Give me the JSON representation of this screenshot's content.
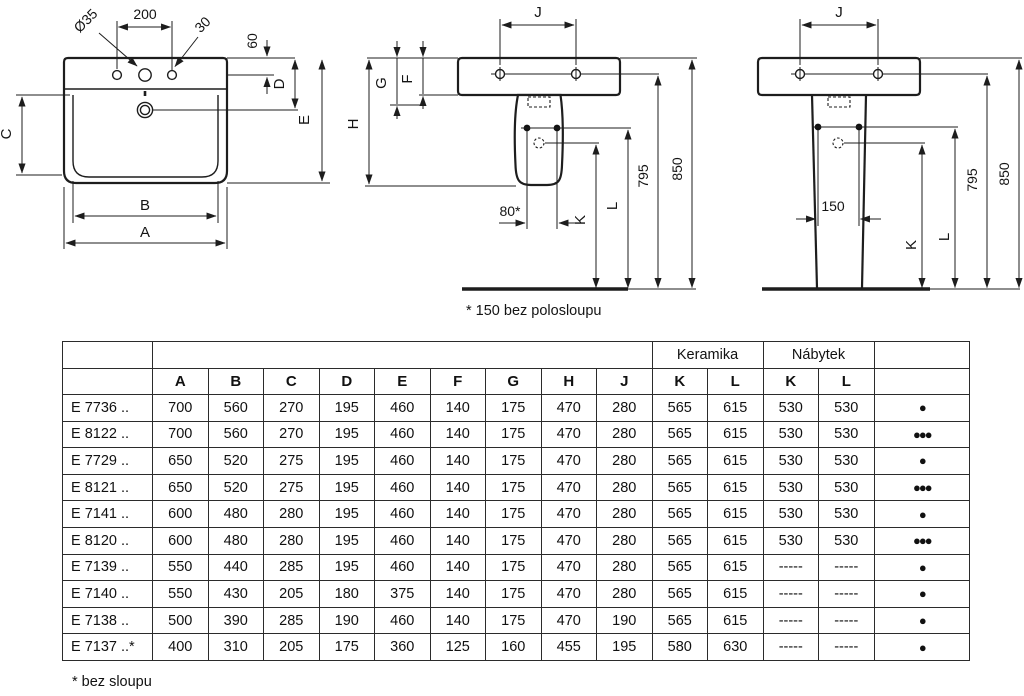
{
  "drawings": {
    "front_view": {
      "dim_hole_diameter": "Ø35",
      "dim_hole_spacing": "200",
      "dim_hole_offset": "30",
      "dim_top_to_holes": "60",
      "dim_C": "C",
      "dim_D": "D",
      "dim_E": "E",
      "dim_B": "B",
      "dim_A": "A"
    },
    "side_semi_pedestal": {
      "dim_J": "J",
      "dim_G": "G",
      "dim_F": "F",
      "dim_H": "H",
      "dim_bolt_spacing": "80*",
      "dim_K": "K",
      "dim_L": "L",
      "dim_height_holes": "795",
      "dim_height_top": "850",
      "note": "* 150 bez polosloupu"
    },
    "side_full_pedestal": {
      "dim_J": "J",
      "dim_pedestal_width": "150",
      "dim_K": "K",
      "dim_L": "L",
      "dim_height_holes": "795",
      "dim_height_top": "850"
    }
  },
  "table": {
    "group_headers": {
      "ceramic": "Keramika",
      "furniture": "Nábytek"
    },
    "column_letters": [
      "A",
      "B",
      "C",
      "D",
      "E",
      "F",
      "G",
      "H",
      "J",
      "K",
      "L",
      "K",
      "L"
    ],
    "rows": [
      {
        "model": "E 7736 ..",
        "values": [
          "700",
          "560",
          "270",
          "195",
          "460",
          "140",
          "175",
          "470",
          "280",
          "565",
          "615",
          "530",
          "530"
        ],
        "dots": "●"
      },
      {
        "model": "E 8122 ..",
        "values": [
          "700",
          "560",
          "270",
          "195",
          "460",
          "140",
          "175",
          "470",
          "280",
          "565",
          "615",
          "530",
          "530"
        ],
        "dots": "●●●"
      },
      {
        "model": "E 7729 ..",
        "values": [
          "650",
          "520",
          "275",
          "195",
          "460",
          "140",
          "175",
          "470",
          "280",
          "565",
          "615",
          "530",
          "530"
        ],
        "dots": "●"
      },
      {
        "model": "E 8121 ..",
        "values": [
          "650",
          "520",
          "275",
          "195",
          "460",
          "140",
          "175",
          "470",
          "280",
          "565",
          "615",
          "530",
          "530"
        ],
        "dots": "●●●"
      },
      {
        "model": "E 7141 ..",
        "values": [
          "600",
          "480",
          "280",
          "195",
          "460",
          "140",
          "175",
          "470",
          "280",
          "565",
          "615",
          "530",
          "530"
        ],
        "dots": "●"
      },
      {
        "model": "E 8120 ..",
        "values": [
          "600",
          "480",
          "280",
          "195",
          "460",
          "140",
          "175",
          "470",
          "280",
          "565",
          "615",
          "530",
          "530"
        ],
        "dots": "●●●"
      },
      {
        "model": "E 7139 ..",
        "values": [
          "550",
          "440",
          "285",
          "195",
          "460",
          "140",
          "175",
          "470",
          "280",
          "565",
          "615",
          "-----",
          "-----"
        ],
        "dots": "●"
      },
      {
        "model": "E 7140 ..",
        "values": [
          "550",
          "430",
          "205",
          "180",
          "375",
          "140",
          "175",
          "470",
          "280",
          "565",
          "615",
          "-----",
          "-----"
        ],
        "dots": "●"
      },
      {
        "model": "E 7138 ..",
        "values": [
          "500",
          "390",
          "285",
          "190",
          "460",
          "140",
          "175",
          "470",
          "190",
          "565",
          "615",
          "-----",
          "-----"
        ],
        "dots": "●"
      },
      {
        "model": "E 7137 ..*",
        "values": [
          "400",
          "310",
          "205",
          "175",
          "360",
          "125",
          "160",
          "455",
          "195",
          "580",
          "630",
          "-----",
          "-----"
        ],
        "dots": "●"
      }
    ]
  },
  "footnote": "* bez sloupu"
}
